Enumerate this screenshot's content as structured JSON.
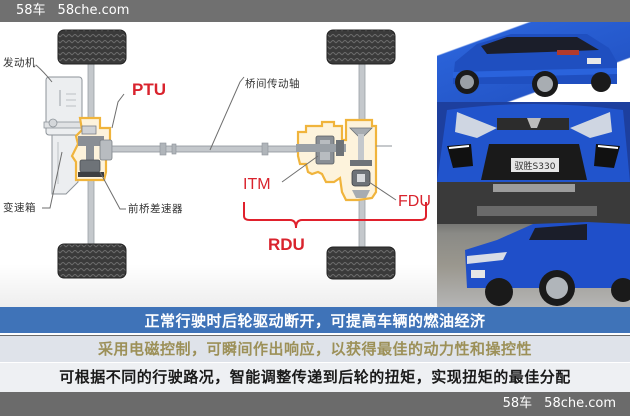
{
  "watermark": {
    "brand_cn": "58车",
    "domain": "58che.com"
  },
  "diagram": {
    "labels": {
      "engine": "发动机",
      "gearbox": "变速箱",
      "front_diff": "前桥差速器",
      "prop_shaft": "桥间传动轴",
      "ptu": "PTU",
      "itm": "ITM",
      "fdu": "FDU",
      "rdu": "RDU"
    },
    "colors": {
      "highlight_outline": "#f0b43c",
      "label_red": "#d9232d",
      "tire": "#3a3a3a",
      "shaft": "#c4c8cc"
    }
  },
  "photos": [
    {
      "name": "suv-rear-three-quarter",
      "color": "#2456c8"
    },
    {
      "name": "suv-front-grille",
      "plate_text": "驭胜S330",
      "color": "#1f55c9"
    },
    {
      "name": "suv-front-three-quarter",
      "color": "#2252c4"
    }
  ],
  "banners": [
    {
      "text": "正常行驶时后轮驱动断开，可提高车辆的燃油经济",
      "bg": "#3f73b8",
      "fg": "#ffffff"
    },
    {
      "text": "采用电磁控制，可瞬间作出响应，以获得最佳的动力性和操控性",
      "bg": "#dfe3ea",
      "fg": "#9c9058"
    },
    {
      "text": "可根据不同的行驶路况，智能调整传递到后轮的扭矩，实现扭矩的最佳分配",
      "bg": "#eef0f3",
      "fg": "#1a1a1a"
    }
  ]
}
